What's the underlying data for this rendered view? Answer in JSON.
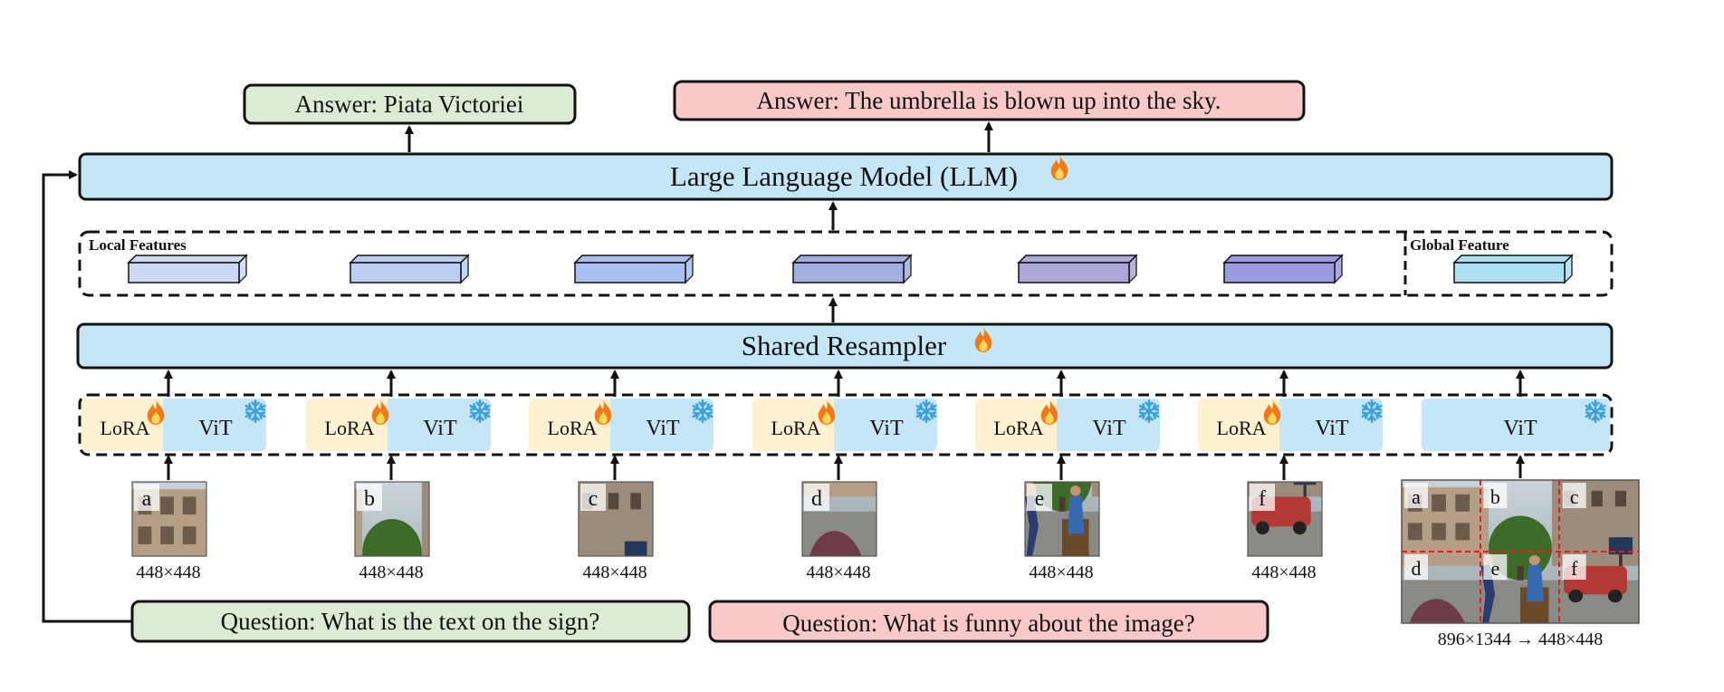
{
  "answers": {
    "green": "Answer:  Piata Victoriei",
    "red": "Answer:  The umbrella is blown up into the sky."
  },
  "llm": {
    "label": "Large Language Model (LLM)"
  },
  "features": {
    "local_label": "Local Features",
    "global_label": "Global Feature"
  },
  "resampler": {
    "label": "Shared Resampler"
  },
  "encoders": {
    "lora_label": "LoRA",
    "vit_label": "ViT"
  },
  "slices": {
    "letters": [
      "a",
      "b",
      "c",
      "d",
      "e",
      "f"
    ],
    "size_label": "448×448"
  },
  "full_image": {
    "letters": [
      "a",
      "b",
      "c",
      "d",
      "e",
      "f"
    ],
    "resize_label": "896×1344 → 448×448"
  },
  "questions": {
    "green": "Question: What is the text on the sign?",
    "red": "Question: What is funny about the image?"
  },
  "colors": {
    "llm_fill": "#c5e6f6",
    "answer_green": "#dcecd4",
    "answer_red": "#f9c9c9",
    "lora_fill": "#fdf1cf",
    "vit_fill": "#c5e6f6",
    "grid_line": "#e02020",
    "fire": "#f07a1a",
    "snow": "#3aa0e0",
    "feature_colors": [
      "#cdd9f3",
      "#bccdf2",
      "#a9bff0",
      "#a2aee0",
      "#aba7d6",
      "#9d9ae0",
      "#aee0f4"
    ]
  },
  "icons": {
    "trainable": "fire-icon",
    "frozen": "snowflake-icon"
  }
}
